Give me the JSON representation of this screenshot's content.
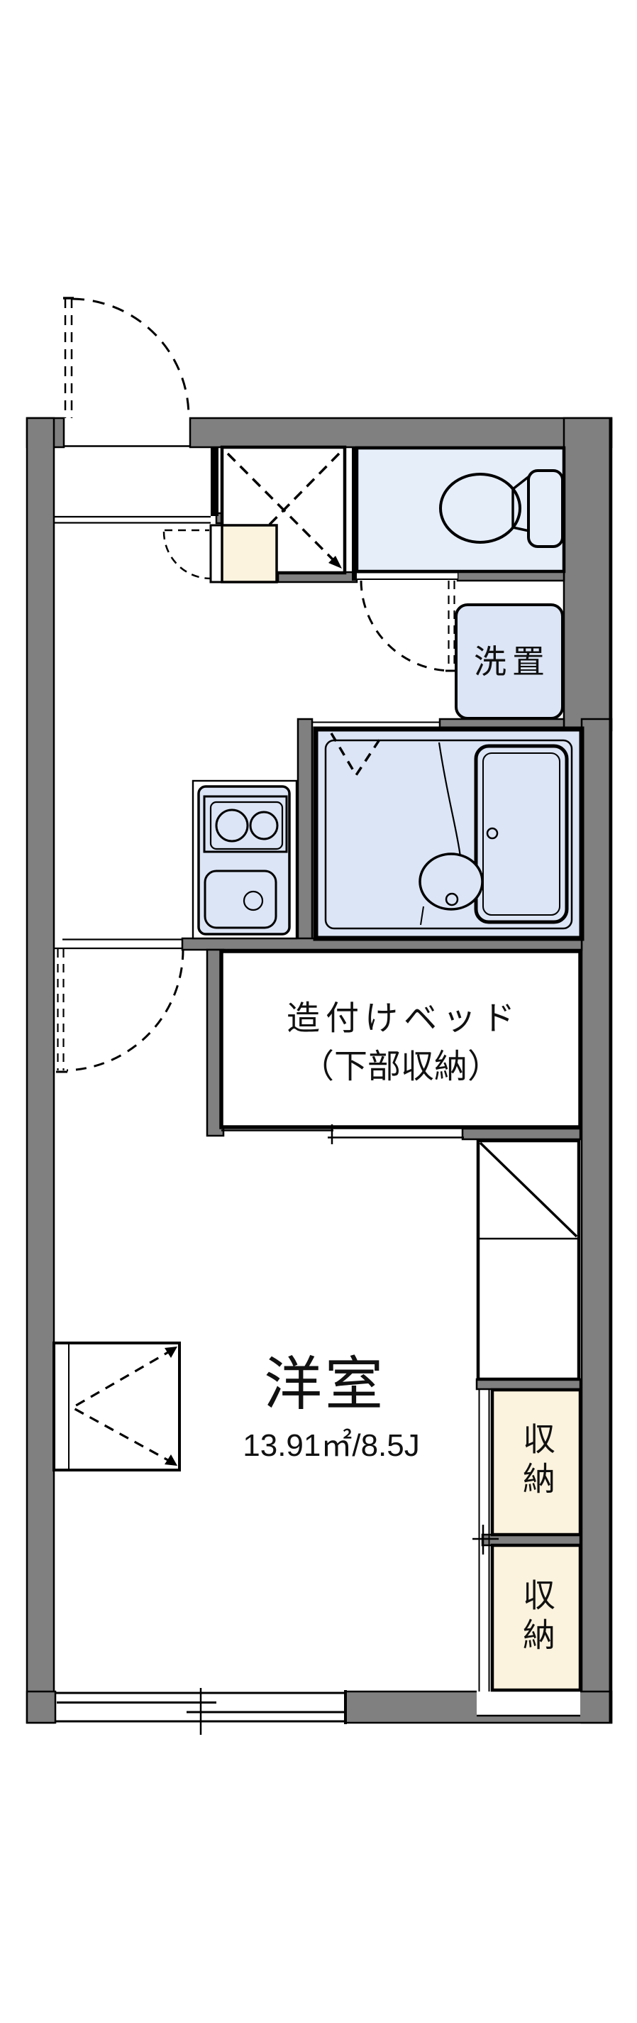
{
  "floorplan": {
    "labels": {
      "washer_space": "洗置",
      "bed_line1": "造付けベッド",
      "bed_line2": "（下部収納）",
      "room_name": "洋室",
      "room_area": "13.91㎡/8.5J",
      "closet_upper": "収納",
      "closet_lower": "収納"
    },
    "colors": {
      "wall": "#808080",
      "fixture": "#dce5f5",
      "toilet": "#e6eefa",
      "storage": "#fcf3de",
      "line": "#000000",
      "bg": "#ffffff"
    }
  }
}
